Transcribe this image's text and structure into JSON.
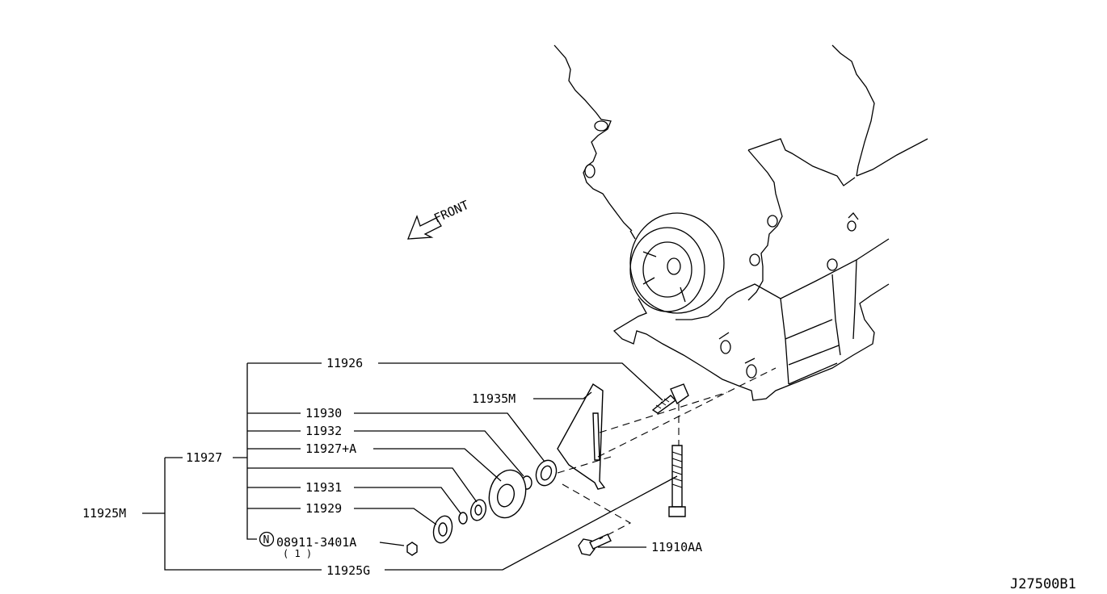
{
  "diagram": {
    "front_label": "FRONT",
    "drawing_code": "J27500B1",
    "parts": {
      "p11926": "11926",
      "p11930": "11930",
      "p11932": "11932",
      "p11927a": "11927+A",
      "p11927": "11927",
      "p11931": "11931",
      "p11929": "11929",
      "p11925m": "11925M",
      "p08911": "08911-3401A",
      "p08911_qty": "( 1 )",
      "p08911_marker": "N",
      "p11925g": "11925G",
      "p11935m": "11935M",
      "p11910aa": "11910AA"
    }
  }
}
